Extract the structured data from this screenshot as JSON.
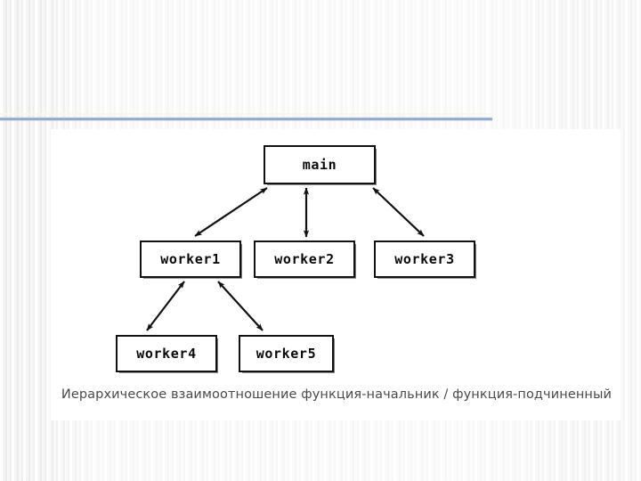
{
  "slide": {
    "background_color": "#f2f2f2",
    "panel_color": "#ffffff",
    "rule_color": "#7e9ac0"
  },
  "diagram": {
    "title": "",
    "node_border_color": "#111111",
    "nodes": [
      {
        "id": "main",
        "label": "main"
      },
      {
        "id": "worker1",
        "label": "worker1"
      },
      {
        "id": "worker2",
        "label": "worker2"
      },
      {
        "id": "worker3",
        "label": "worker3"
      },
      {
        "id": "worker4",
        "label": "worker4"
      },
      {
        "id": "worker5",
        "label": "worker5"
      }
    ],
    "edges": [
      {
        "from": "main",
        "to": "worker1",
        "style": "double-arrow"
      },
      {
        "from": "main",
        "to": "worker2",
        "style": "double-arrow"
      },
      {
        "from": "main",
        "to": "worker3",
        "style": "double-arrow"
      },
      {
        "from": "worker1",
        "to": "worker4",
        "style": "double-arrow"
      },
      {
        "from": "worker1",
        "to": "worker5",
        "style": "double-arrow"
      }
    ],
    "caption": "Иерархическое взаимоотношение функция-начальник / функция-подчиненный"
  }
}
